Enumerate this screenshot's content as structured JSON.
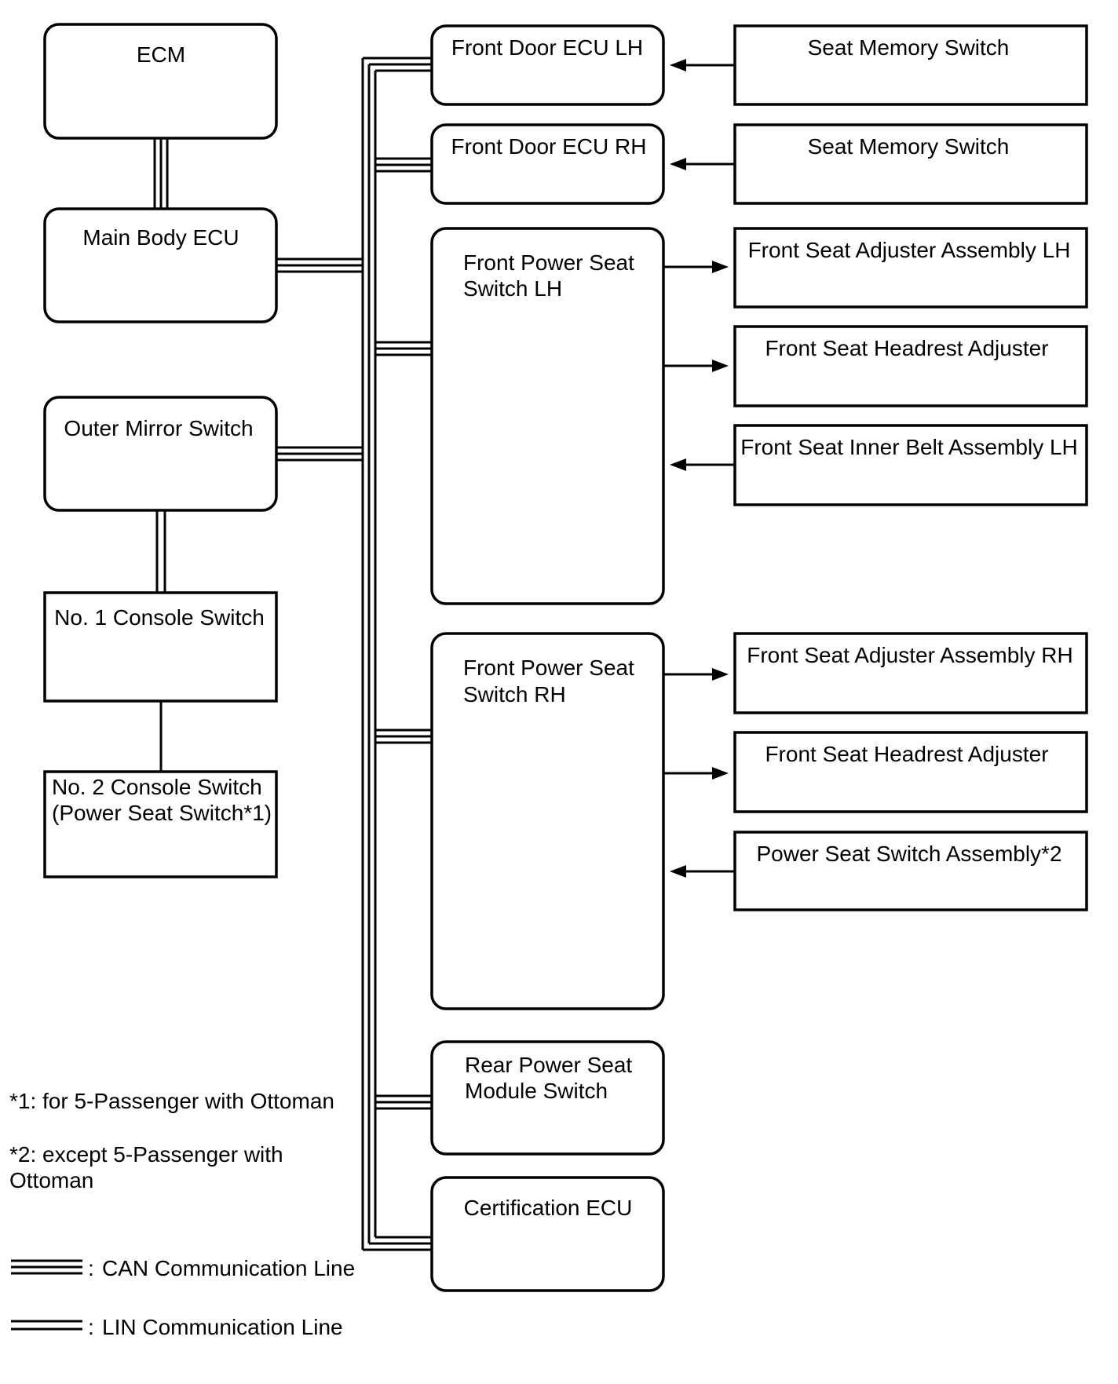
{
  "blocks": {
    "ecm": [
      "ECM"
    ],
    "main_body_ecu": [
      "Main Body ECU"
    ],
    "outer_mirror_switch": [
      "Outer Mirror Switch"
    ],
    "no1_console_switch": [
      "No. 1 Console Switch"
    ],
    "no2_console_switch": [
      "No. 2 Console Switch",
      "(Power Seat Switch*1)"
    ],
    "front_door_ecu_lh": [
      "Front Door ECU LH"
    ],
    "front_door_ecu_rh": [
      "Front Door ECU RH"
    ],
    "front_power_seat_switch_lh": [
      "Front Power Seat",
      "Switch LH"
    ],
    "front_power_seat_switch_rh": [
      "Front Power Seat",
      "Switch RH"
    ],
    "rear_power_seat_module_switch": [
      "Rear Power Seat",
      "Module Switch"
    ],
    "certification_ecu": [
      "Certification ECU"
    ],
    "seat_memory_switch_lh": [
      "Seat Memory Switch"
    ],
    "seat_memory_switch_rh": [
      "Seat Memory Switch"
    ],
    "front_seat_adjuster_assembly_lh": [
      "Front Seat Adjuster Assembly LH"
    ],
    "front_seat_headrest_adjuster_lh": [
      "Front Seat Headrest Adjuster"
    ],
    "front_seat_inner_belt_assembly_lh": [
      "Front Seat Inner Belt Assembly LH"
    ],
    "front_seat_adjuster_assembly_rh": [
      "Front Seat Adjuster Assembly RH"
    ],
    "front_seat_headrest_adjuster_rh": [
      "Front Seat Headrest Adjuster"
    ],
    "power_seat_switch_assembly": [
      "Power Seat Switch Assembly*2"
    ]
  },
  "notes": {
    "note1": [
      "*1: for 5-Passenger with Ottoman"
    ],
    "note2": [
      "*2: except 5-Passenger with",
      "Ottoman"
    ]
  },
  "legend": {
    "can": "CAN Communication Line",
    "lin": "LIN Communication Line"
  }
}
